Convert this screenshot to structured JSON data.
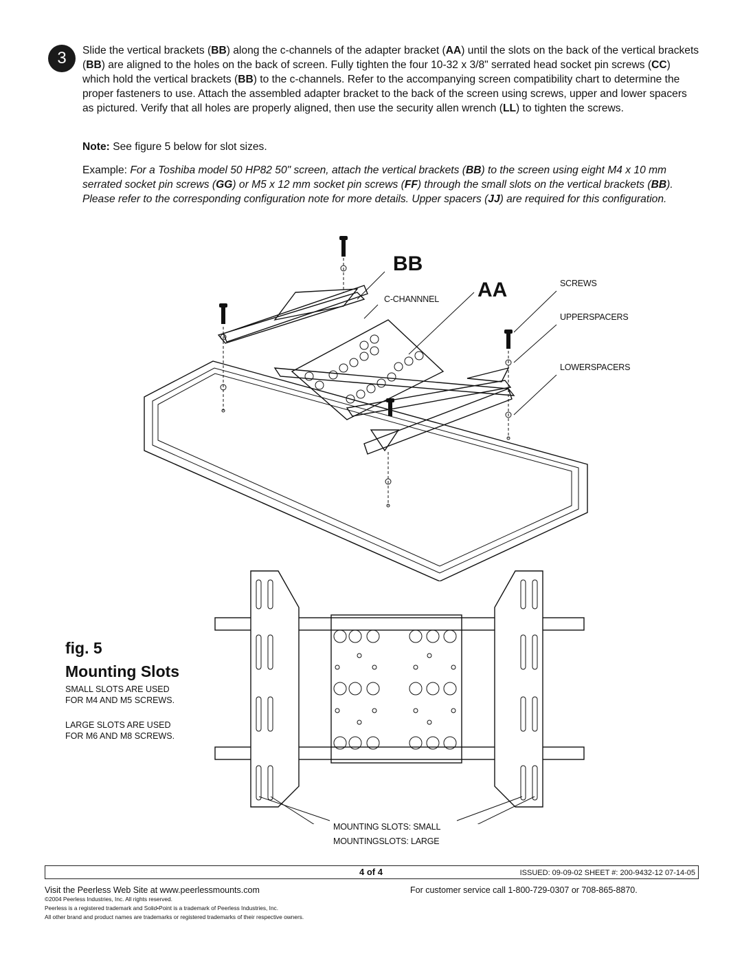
{
  "step": {
    "number": "3",
    "paragraph": [
      {
        "t": "Slide the vertical brackets ("
      },
      {
        "t": "BB",
        "b": true
      },
      {
        "t": ") along the c-channels of the adapter bracket ("
      },
      {
        "t": "AA",
        "b": true
      },
      {
        "t": ") until the slots on the back of the vertical brackets ("
      },
      {
        "t": "BB",
        "b": true
      },
      {
        "t": ") are aligned to the holes on the back of screen. Fully tighten the four 10-32 x 3/8\" serrated head socket pin screws ("
      },
      {
        "t": "CC",
        "b": true
      },
      {
        "t": ") which hold the vertical brackets ("
      },
      {
        "t": "BB",
        "b": true
      },
      {
        "t": ") to the c-channels. Refer to the accompanying screen compatibility chart to determine the proper fasteners to use. Attach the assembled adapter bracket to the back of the screen using screws, upper and lower spacers as pictured. Verify that all holes are properly aligned, then use the security allen wrench ("
      },
      {
        "t": "LL",
        "b": true
      },
      {
        "t": ") to tighten the screws."
      }
    ]
  },
  "note": {
    "label": "Note:",
    "text": " See figure 5 below for slot sizes."
  },
  "example": [
    {
      "t": "Example: "
    },
    {
      "t": "For a Toshiba model 50 HP82 50\" screen, attach the vertical brackets (",
      "i": true
    },
    {
      "t": "BB",
      "i": true,
      "b": true
    },
    {
      "t": ") to the screen using eight M4 x 10 mm serrated socket pin screws (",
      "i": true
    },
    {
      "t": "GG",
      "i": true,
      "b": true
    },
    {
      "t": ") or M5 x 12 mm socket pin screws (",
      "i": true
    },
    {
      "t": "FF",
      "i": true,
      "b": true
    },
    {
      "t": ") through the small slots on the vertical brackets (",
      "i": true
    },
    {
      "t": "BB",
      "i": true,
      "b": true
    },
    {
      "t": "). Please refer to the corresponding configuration note for more details. Upper spacers (",
      "i": true
    },
    {
      "t": "JJ",
      "i": true,
      "b": true
    },
    {
      "t": ") are required for this configuration.",
      "i": true
    }
  ],
  "diagram_labels": {
    "bb": "BB",
    "aa": "AA",
    "c_channel": "C-CHANNNEL",
    "screws": "SCREWS",
    "upper_spacers": "UPPERSPACERS",
    "lower_spacers": "LOWERSPACERS"
  },
  "figure": {
    "title_line1": "fig. 5",
    "title_line2": "Mounting  Slots",
    "note_small_1": "SMALL SLOTS ARE USED",
    "note_small_2": "FOR M4 AND M5 SCREWS.",
    "note_large_1": "LARGE SLOTS ARE USED",
    "note_large_2": "FOR M6 AND M8 SCREWS.",
    "label_small": "MOUNTING SLOTS: SMALL",
    "label_large": "MOUNTINGSLOTS: LARGE"
  },
  "footer": {
    "page": "4 of 4",
    "issued": "ISSUED: 09-09-02   SHEET #: 200-9432-12 07-14-05",
    "visit": "Visit  the  Peerless  Web  Site  at  www.peerlessmounts.com",
    "service": "For  customer  service  call  1-800-729-0307  or  708-865-8870.",
    "copyright": "©2004 Peerless Industries, Inc.  All rights reserved.",
    "trademark1": "Peerless is a registered trademark and Solid•Point is a trademark of Peerless Industries, Inc.",
    "trademark2": "All other brand and product names are trademarks or registered trademarks of their respective owners."
  }
}
